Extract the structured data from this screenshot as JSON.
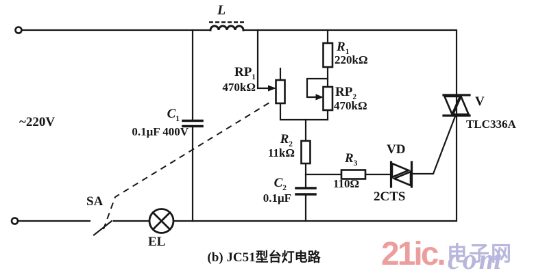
{
  "source": {
    "label": "~220V"
  },
  "components": {
    "l": {
      "name": "L"
    },
    "c1": {
      "name": "C",
      "sub": "1",
      "value": "0.1μF 400V"
    },
    "rp1": {
      "name": "RP",
      "sub": "1",
      "value": "470kΩ"
    },
    "r1": {
      "name": "R",
      "sub": "1",
      "value": "220kΩ"
    },
    "rp2": {
      "name": "RP",
      "sub": "2",
      "value": "470kΩ"
    },
    "r2": {
      "name": "R",
      "sub": "2",
      "value": "11kΩ"
    },
    "c2": {
      "name": "C",
      "sub": "2",
      "value": "0.1μF"
    },
    "r3": {
      "name": "R",
      "sub": "3",
      "value": "110Ω"
    },
    "vd": {
      "name": "VD",
      "value": "2CTS"
    },
    "v": {
      "name": "V",
      "value": "TLC336A"
    },
    "sa": {
      "name": "SA"
    },
    "el": {
      "name": "EL"
    }
  },
  "caption": "(b) JC51型台灯电路",
  "watermark": {
    "brand": "21ic.",
    "cn": "电子网",
    "domain": "com"
  },
  "colors": {
    "line": "#161616",
    "background": "#ffffff",
    "watermark_pink": "#ec9e9e",
    "watermark_lavender": "#b9b6dc"
  }
}
